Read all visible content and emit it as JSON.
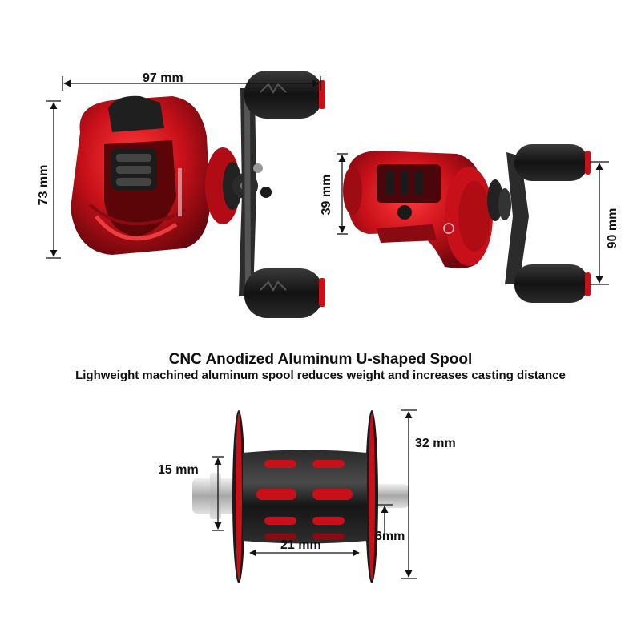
{
  "dimensions": {
    "reel_width": "97 mm",
    "reel_height": "73 mm",
    "reel_depth": "39 mm",
    "handle_length": "90 mm",
    "spool_shaft": "15 mm",
    "spool_diameter": "32 mm",
    "spool_width": "21 mm",
    "spool_rim": "6mm"
  },
  "feature": {
    "title": "CNC Anodized Aluminum U-shaped Spool",
    "subtitle": "Lighweight machined aluminum spool reduces weight and increases casting distance"
  },
  "colors": {
    "reel_red": "#c8101a",
    "reel_dark_red": "#7a0a10",
    "black": "#1b1b1b",
    "silver": "#c9c9c9",
    "dim_line": "#111111"
  }
}
